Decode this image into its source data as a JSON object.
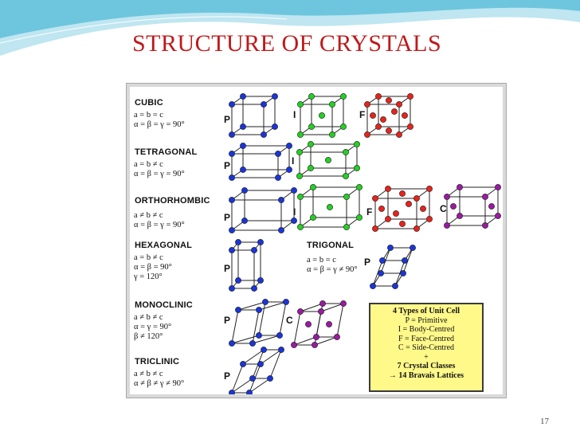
{
  "slide": {
    "title": "STRUCTURE OF CRYSTALS",
    "page_number": "17",
    "accent_color": "#c0191a",
    "header_colors": [
      "#6ec6de",
      "#bfe6f1"
    ]
  },
  "systems": [
    {
      "id": "cubic",
      "name": "CUBIC",
      "relations": [
        "a = b = c",
        "α = β = γ = 90°"
      ],
      "types": [
        "P",
        "I",
        "F"
      ]
    },
    {
      "id": "tetragonal",
      "name": "TETRAGONAL",
      "relations": [
        "a = b ≠ c",
        "α = β = γ = 90°"
      ],
      "types": [
        "P",
        "I"
      ]
    },
    {
      "id": "orthorhombic",
      "name": "ORTHORHOMBIC",
      "relations": [
        "a ≠ b ≠ c",
        "α = β = γ = 90°"
      ],
      "types": [
        "P",
        "I",
        "F",
        "C"
      ]
    },
    {
      "id": "hexagonal",
      "name": "HEXAGONAL",
      "relations": [
        "a = b ≠ c",
        "α = β = 90°",
        "γ = 120°"
      ],
      "types": [
        "P"
      ]
    },
    {
      "id": "trigonal",
      "name": "TRIGONAL",
      "relations": [
        "a = b = c",
        "α = β = γ ≠ 90°"
      ],
      "types": [
        "P"
      ]
    },
    {
      "id": "monoclinic",
      "name": "MONOCLINIC",
      "relations": [
        "a ≠ b ≠ c",
        "α = γ = 90°",
        "β ≠ 120°"
      ],
      "types": [
        "P",
        "C"
      ]
    },
    {
      "id": "triclinic",
      "name": "TRICLINIC",
      "relations": [
        "a ≠ b ≠ c",
        "α ≠ β ≠ γ ≠ 90°"
      ],
      "types": [
        "P"
      ]
    }
  ],
  "legend": {
    "heading": "4 Types of Unit Cell",
    "items": [
      "P = Primitive",
      "I = Body-Centred",
      "F = Face-Centred",
      "C = Side-Centred"
    ],
    "plus": "+",
    "classes": "7 Crystal Classes",
    "lattices": "→ 14 Bravais Lattices"
  },
  "colors": {
    "P": "#1a35d8",
    "I": "#22d122",
    "F": "#e8231c",
    "C": "#9a1aa3",
    "legend_fill": "#fff98a"
  }
}
